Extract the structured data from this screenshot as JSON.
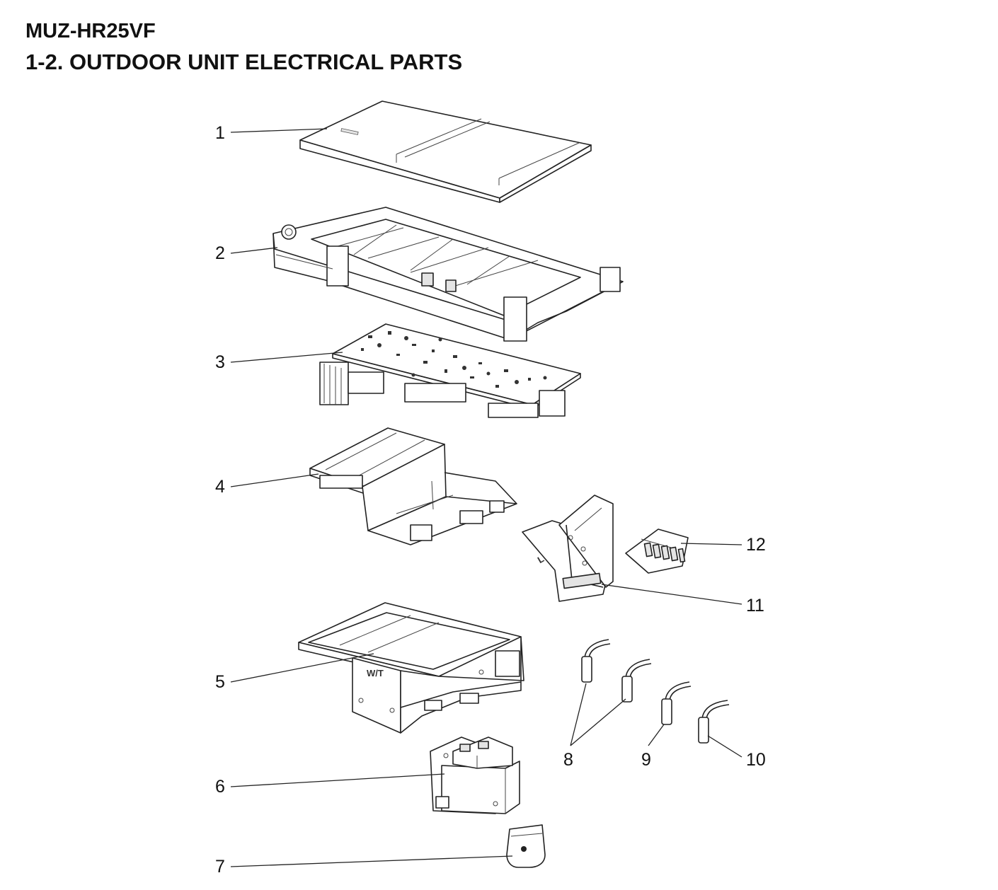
{
  "header": {
    "model": "MUZ-HR25VF",
    "section": "1-2. OUTDOOR UNIT ELECTRICAL PARTS"
  },
  "callouts": [
    "1",
    "2",
    "3",
    "4",
    "5",
    "6",
    "7",
    "8",
    "9",
    "10",
    "11",
    "12"
  ],
  "part_tags": {
    "part5": "W/T",
    "part11": "L"
  }
}
